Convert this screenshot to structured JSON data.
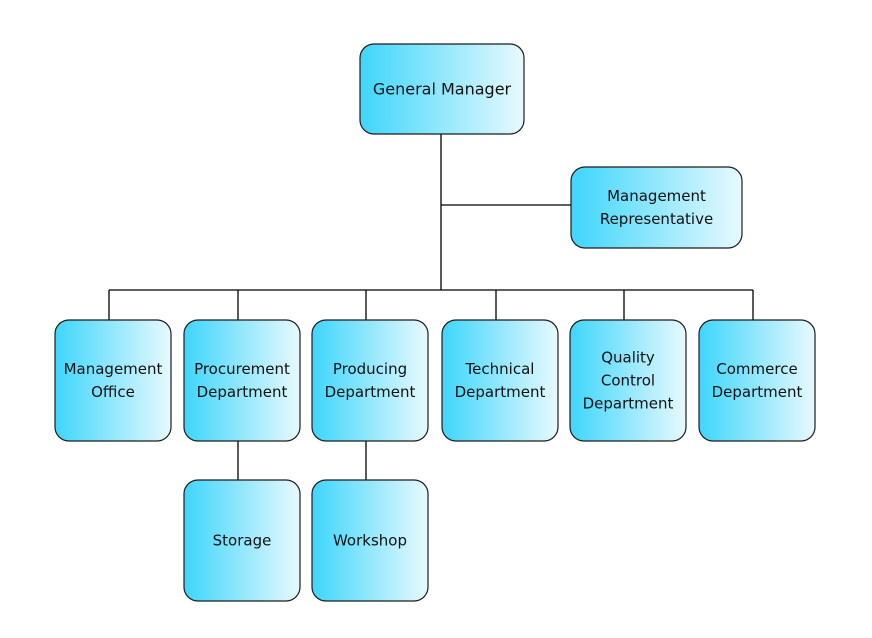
{
  "colors": {
    "box_gradient_start": "#3ed6fb",
    "box_gradient_end": "#e8f9fe",
    "box_border": "#1c1c1c",
    "connector": "#000000"
  },
  "org_chart": {
    "general_manager": {
      "id": "general-manager",
      "lines": [
        "General Manager"
      ]
    },
    "management_representative": {
      "id": "management-representative",
      "lines": [
        "Management",
        "Representative"
      ]
    },
    "departments": [
      {
        "id": "management-office",
        "lines": [
          "Management",
          "Office"
        ]
      },
      {
        "id": "procurement-department",
        "lines": [
          "Procurement",
          "Department"
        ]
      },
      {
        "id": "producing-department",
        "lines": [
          "Producing",
          "Department"
        ]
      },
      {
        "id": "technical-department",
        "lines": [
          "Technical",
          "Department"
        ]
      },
      {
        "id": "quality-control-department",
        "lines": [
          "Quality",
          "Control",
          "Department"
        ]
      },
      {
        "id": "commerce-department",
        "lines": [
          "Commerce",
          "Department"
        ]
      }
    ],
    "sub_units": [
      {
        "id": "storage",
        "parent": "procurement-department",
        "lines": [
          "Storage"
        ]
      },
      {
        "id": "workshop",
        "parent": "producing-department",
        "lines": [
          "Workshop"
        ]
      }
    ]
  }
}
